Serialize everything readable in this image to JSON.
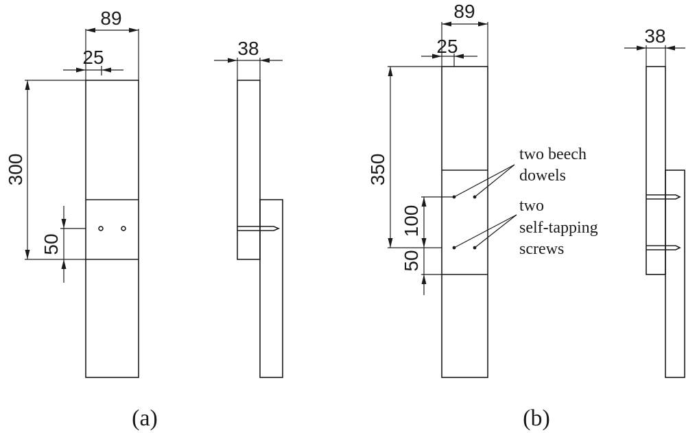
{
  "panel_a": {
    "dims": {
      "width": "89",
      "inset": "25",
      "length": "300",
      "overlap": "50",
      "thickness": "38"
    },
    "caption": "(a)"
  },
  "panel_b": {
    "dims": {
      "width": "89",
      "inset": "25",
      "length": "350",
      "spacing": "100",
      "edge": "50",
      "thickness": "38"
    },
    "labels": {
      "dowels_line1": "two beech",
      "dowels_line2": "dowels",
      "screws_line1": "two",
      "screws_line2": "self-tapping",
      "screws_line3": "screws"
    },
    "caption": "(b)"
  }
}
